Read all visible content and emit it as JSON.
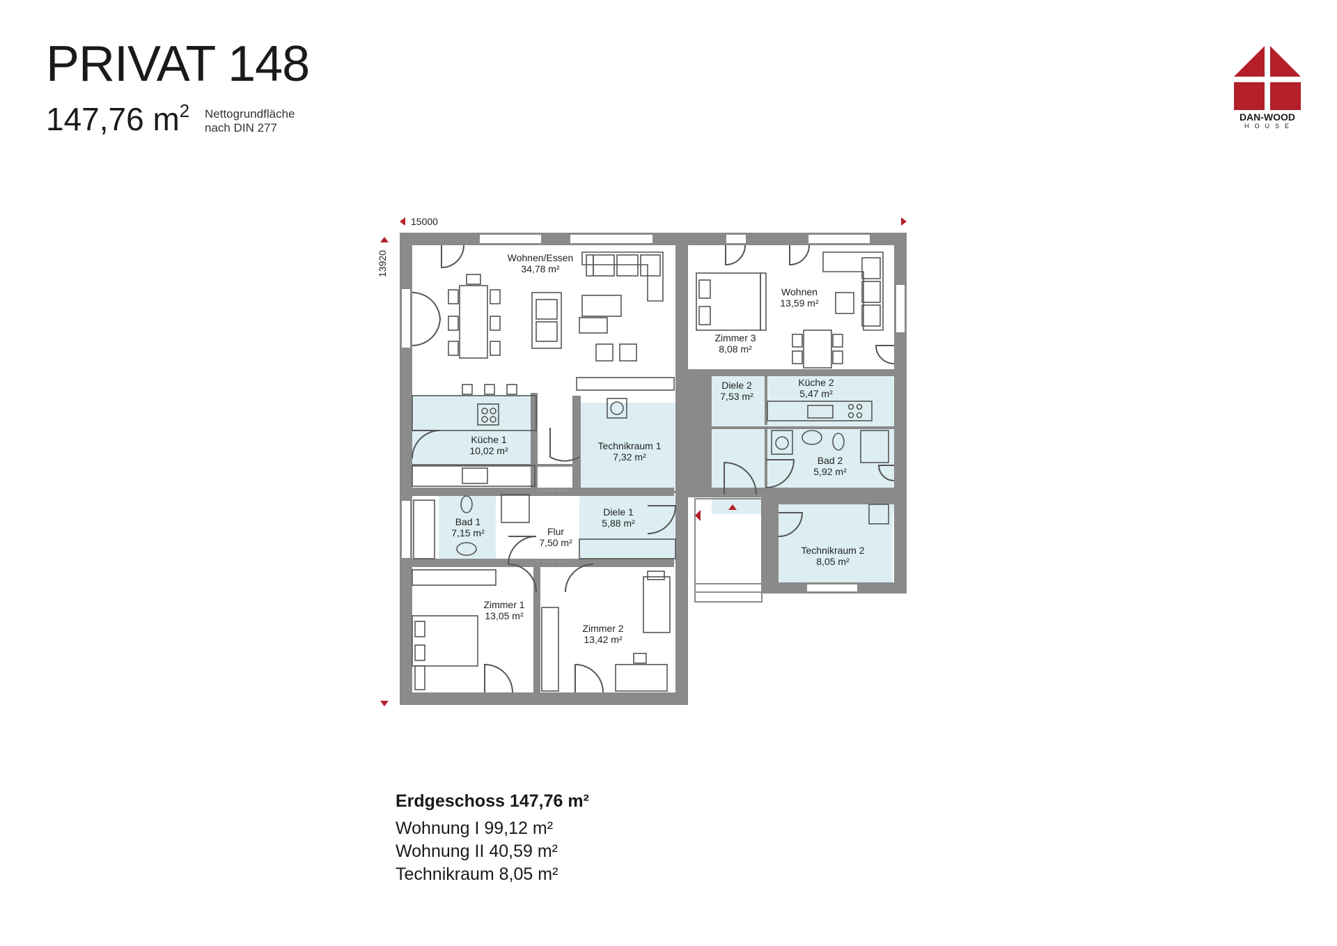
{
  "header": {
    "title": "PRIVAT 148",
    "area_value": "147,76 m",
    "area_sup": "2",
    "note_line1": "Nettogrundfläche",
    "note_line2": "nach DIN 277"
  },
  "logo": {
    "name": "DAN-WOOD",
    "sub": "HOUSE",
    "color": "#b3202a"
  },
  "dimensions": {
    "width": "15000",
    "height": "13920"
  },
  "rooms": {
    "wohnen_essen": {
      "name": "Wohnen/Essen",
      "area": "34,78 m²"
    },
    "wohnen": {
      "name": "Wohnen",
      "area": "13,59 m²"
    },
    "zimmer3": {
      "name": "Zimmer 3",
      "area": "8,08 m²"
    },
    "diele2": {
      "name": "Diele 2",
      "area": "7,53 m²"
    },
    "kueche2": {
      "name": "Küche 2",
      "area": "5,47 m²"
    },
    "kueche1": {
      "name": "Küche 1",
      "area": "10,02 m²"
    },
    "technik1": {
      "name": "Technikraum 1",
      "area": "7,32 m²"
    },
    "bad2": {
      "name": "Bad 2",
      "area": "5,92 m²"
    },
    "bad1": {
      "name": "Bad 1",
      "area": "7,15 m²"
    },
    "flur": {
      "name": "Flur",
      "area": "7,50 m²"
    },
    "diele1": {
      "name": "Diele 1",
      "area": "5,88 m²"
    },
    "technik2": {
      "name": "Technikraum 2",
      "area": "8,05 m²"
    },
    "zimmer1": {
      "name": "Zimmer 1",
      "area": "13,05 m²"
    },
    "zimmer2": {
      "name": "Zimmer 2",
      "area": "13,42 m²"
    }
  },
  "summary": {
    "heading": "Erdgeschoss 147,76 m²",
    "lines": [
      "Wohnung I 99,12 m²",
      "Wohnung II 40,59 m²",
      "Technikraum 8,05 m²"
    ]
  },
  "colors": {
    "wall": "#8a8a8a",
    "wet_room": "#ddeef2",
    "accent": "#b3202a",
    "furniture": "#555555"
  }
}
